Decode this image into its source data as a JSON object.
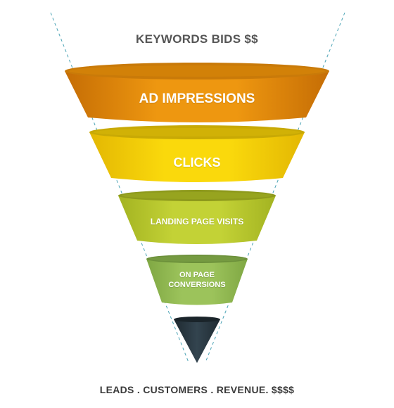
{
  "top_caption": "KEYWORDS BIDS $$",
  "bottom_caption": "LEADS . CUSTOMERS . REVENUE. $$$$",
  "stages": [
    {
      "label": "AD IMPRESSIONS",
      "color": "#e48c0b",
      "rim_color": "#c87408"
    },
    {
      "label": "CLICKS",
      "color": "#f2ce06",
      "rim_color": "#c9ab06"
    },
    {
      "label": "LANDING PAGE VISITS",
      "color": "#b7c72d",
      "rim_color": "#8f9c1c"
    },
    {
      "label": "ON PAGE CONVERSIONS",
      "color": "#93bb52",
      "rim_color": "#6f943b"
    },
    {
      "label": "",
      "color": "#27343d",
      "rim_color": "#1a242a"
    }
  ],
  "guide_line_color": "#4aa3b5"
}
